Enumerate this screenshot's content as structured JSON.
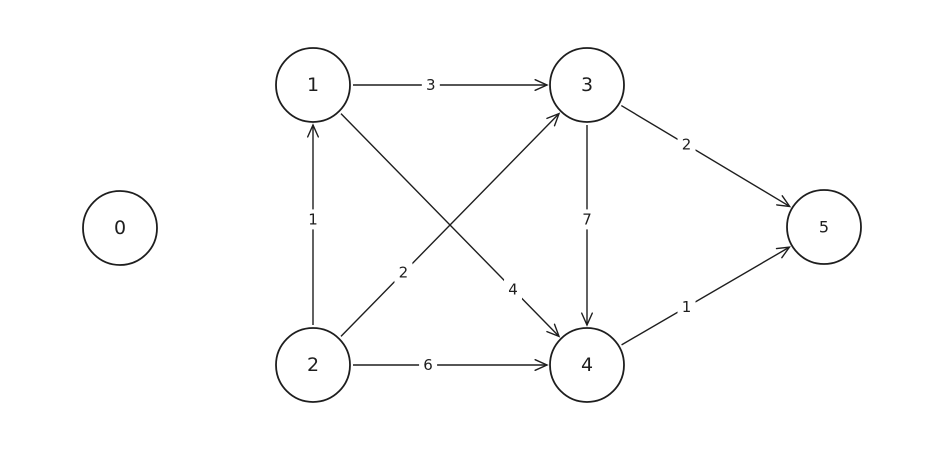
{
  "nodes": [
    {
      "id": "0",
      "label": "0"
    },
    {
      "id": "1",
      "label": "1"
    },
    {
      "id": "2",
      "label": "2"
    },
    {
      "id": "3",
      "label": "3"
    },
    {
      "id": "4",
      "label": "4"
    },
    {
      "id": "5",
      "label": "5"
    }
  ],
  "edges": [
    {
      "from": "1",
      "to": "3",
      "weight": "3"
    },
    {
      "from": "1",
      "to": "4",
      "weight": "4"
    },
    {
      "from": "2",
      "to": "1",
      "weight": "1"
    },
    {
      "from": "2",
      "to": "3",
      "weight": "2"
    },
    {
      "from": "2",
      "to": "4",
      "weight": "6"
    },
    {
      "from": "3",
      "to": "4",
      "weight": "7"
    },
    {
      "from": "3",
      "to": "5",
      "weight": "2"
    },
    {
      "from": "4",
      "to": "5",
      "weight": "1"
    }
  ]
}
